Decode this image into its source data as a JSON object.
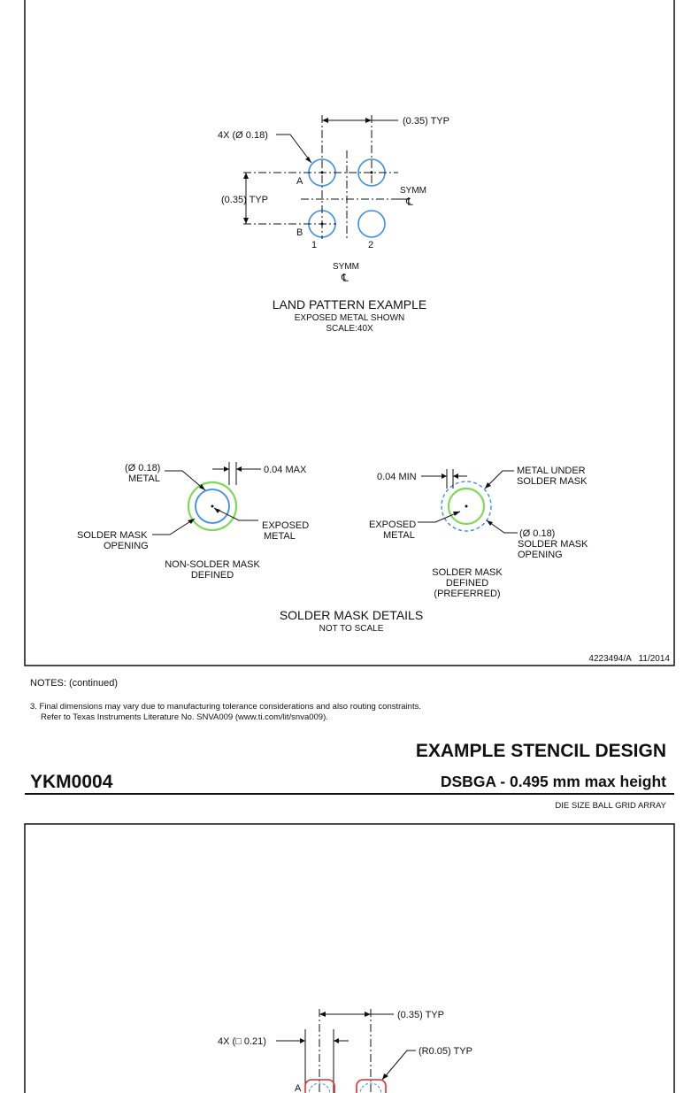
{
  "land_pattern": {
    "pitch_x": "(0.35) TYP",
    "pitch_y": "(0.35) TYP",
    "pad_diameter": "4X (Ø 0.18)",
    "row_a": "A",
    "row_b": "B",
    "col_1": "1",
    "col_2": "2",
    "symm_word": "SYMM",
    "centerline_symbol": "℄",
    "title": "LAND PATTERN EXAMPLE",
    "subtitle": "EXPOSED METAL SHOWN",
    "scale": "SCALE:40X"
  },
  "solder_mask_details": {
    "nsmd": {
      "metal_label_1": "(Ø 0.18)",
      "metal_label_2": "METAL",
      "max_label": "0.04 MAX",
      "exposed_1": "EXPOSED",
      "exposed_2": "METAL",
      "opening_1": "SOLDER MASK",
      "opening_2": "OPENING",
      "caption_1": "NON-SOLDER MASK",
      "caption_2": "DEFINED"
    },
    "smd": {
      "min_label": "0.04 MIN",
      "metal_under_1": "METAL UNDER",
      "metal_under_2": "SOLDER MASK",
      "exposed_1": "EXPOSED",
      "exposed_2": "METAL",
      "opening_1": "(Ø 0.18)",
      "opening_2": "SOLDER MASK",
      "opening_3": "OPENING",
      "caption_1": "SOLDER MASK",
      "caption_2": "DEFINED",
      "caption_3": "(PREFERRED)"
    },
    "title": "SOLDER MASK DETAILS",
    "subtitle": "NOT TO SCALE"
  },
  "drawing_number": "4223494/A   11/2014",
  "notes": {
    "heading": "NOTES: (continued)",
    "note_3_line_1": "3. Final dimensions may vary due to manufacturing tolerance considerations and also routing constraints.",
    "note_3_line_2": "Refer to Texas Instruments Literature No. SNVA009 (www.ti.com/lit/snva009)."
  },
  "page_header": {
    "title": "EXAMPLE STENCIL DESIGN",
    "part_number": "YKM0004",
    "package": "DSBGA - 0.495 mm max height",
    "package_desc": "DIE SIZE BALL GRID ARRAY"
  },
  "stencil": {
    "pitch_x": "(0.35) TYP",
    "aperture": "4X (□ 0.21)",
    "corner_radius": "(R0.05) TYP",
    "row_a": "A"
  },
  "colors": {
    "pad_blue": "#3a8fe8",
    "mask_green": "#7ed957",
    "stencil_red": "#e03030",
    "line": "#111111"
  }
}
